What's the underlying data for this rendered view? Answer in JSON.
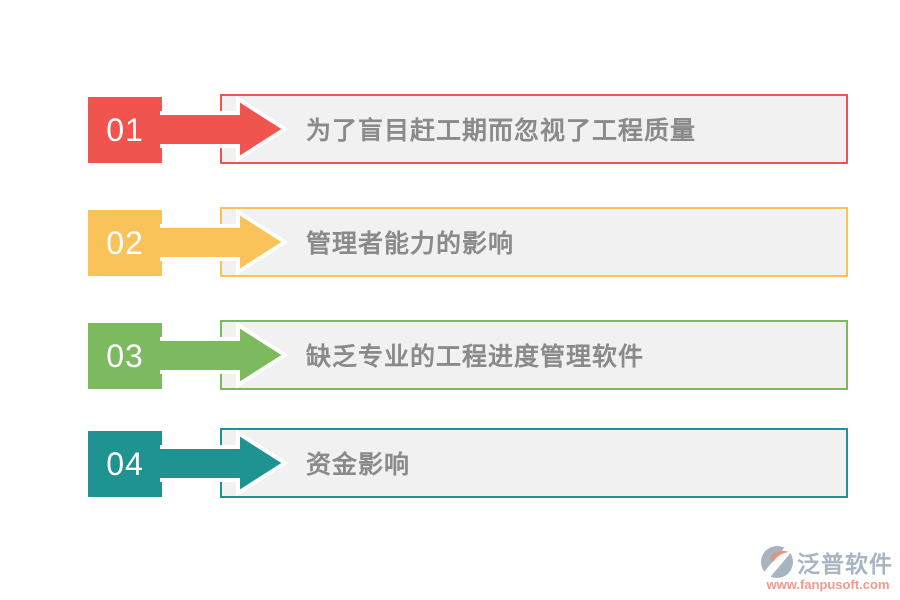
{
  "page": {
    "background": "#ffffff"
  },
  "list": {
    "banner_bg": "#f1f1f1",
    "label_color": "#8a8a8a",
    "items": [
      {
        "number": "01",
        "label": "为了盲目赶工期而忽视了工程质量",
        "color": "#ef544e"
      },
      {
        "number": "02",
        "label": "管理者能力的影响",
        "color": "#f9c35a"
      },
      {
        "number": "03",
        "label": "缺乏专业的工程进度管理软件",
        "color": "#7cb95f"
      },
      {
        "number": "04",
        "label": "资金影响",
        "color": "#1f9292"
      }
    ]
  },
  "logo": {
    "icon": "fanpu-logo-icon",
    "name": "泛普软件",
    "url": "www.fanpusoft.com",
    "name_color": "#a9b4c2",
    "url_color": "#ee9a8f",
    "icon_gray": "#a9b4c2",
    "icon_accent": "#e8907f"
  }
}
